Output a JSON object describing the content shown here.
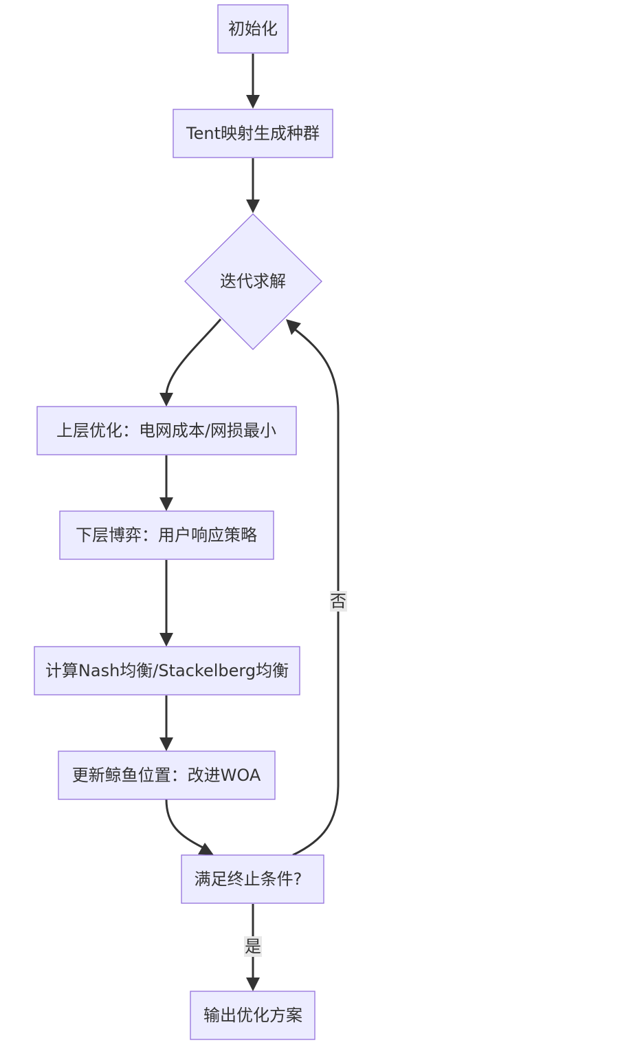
{
  "diagram": {
    "type": "flowchart",
    "direction": "top-down",
    "colors": {
      "node_fill": "#ECECFF",
      "node_stroke": "#9370DB",
      "edge": "#333333",
      "text": "#333333",
      "edge_label_bg": "#e8e8e8"
    },
    "nodes": {
      "init": {
        "label": "初始化",
        "shape": "rect"
      },
      "tent": {
        "label": "Tent映射生成种群",
        "shape": "rect"
      },
      "iterate": {
        "label": "迭代求解",
        "shape": "diamond"
      },
      "upper": {
        "label": "上层优化：电网成本/网损最小",
        "shape": "rect"
      },
      "lower": {
        "label": "下层博弈：用户响应策略",
        "shape": "rect"
      },
      "equilibrium": {
        "label": "计算Nash均衡/Stackelberg均衡",
        "shape": "rect"
      },
      "update": {
        "label": "更新鲸鱼位置：改进WOA",
        "shape": "rect"
      },
      "check": {
        "label": "满足终止条件?",
        "shape": "rect"
      },
      "output": {
        "label": "输出优化方案",
        "shape": "rect"
      }
    },
    "edges": [
      {
        "from": "init",
        "to": "tent",
        "label": ""
      },
      {
        "from": "tent",
        "to": "iterate",
        "label": ""
      },
      {
        "from": "iterate",
        "to": "upper",
        "label": ""
      },
      {
        "from": "upper",
        "to": "lower",
        "label": ""
      },
      {
        "from": "lower",
        "to": "equilibrium",
        "label": ""
      },
      {
        "from": "equilibrium",
        "to": "update",
        "label": ""
      },
      {
        "from": "update",
        "to": "check",
        "label": ""
      },
      {
        "from": "check",
        "to": "iterate",
        "label": "否"
      },
      {
        "from": "check",
        "to": "output",
        "label": "是"
      }
    ]
  }
}
